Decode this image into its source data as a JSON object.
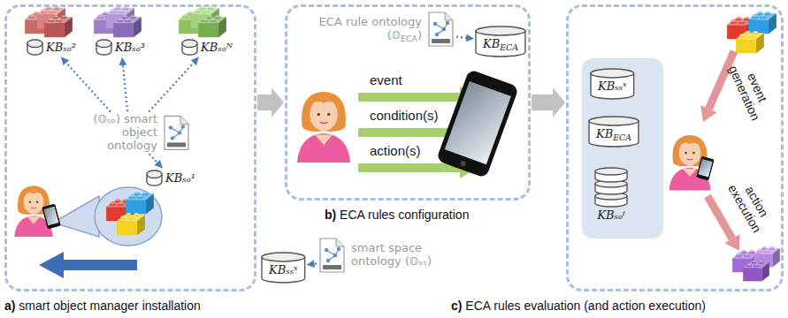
{
  "diagram": {
    "nodes": [
      {
        "text": [
          "a) smart object manager installation"
        ]
      },
      {
        "text": [
          "b) ECA rules configuration"
        ]
      },
      {
        "text": [
          "c) ECA rules evaluation (and action execution)"
        ]
      },
      {
        "text": [
          "(𝕆ₛₒ) smart object ontology"
        ],
        "in": 0
      },
      {
        "text": [
          "KBₛₒ²"
        ],
        "in": 0
      },
      {
        "text": [
          "KBₛₒ³"
        ],
        "in": 0
      },
      {
        "text": [
          "KBₛₒᴺ"
        ],
        "in": 0
      },
      {
        "text": [
          "KBₛₒ¹"
        ],
        "in": 0
      },
      {
        "text": [
          "ECA rule ontology (𝕆ECA)"
        ],
        "in": 1
      },
      {
        "text": [
          "KBECA"
        ],
        "in": 1
      },
      {
        "text": [
          "smart space ontology (𝕆ₛₛ)"
        ]
      },
      {
        "text": [
          "KBₛₛˣ"
        ]
      },
      {
        "text": [
          "KBₛₛˣ"
        ],
        "in": 2
      },
      {
        "text": [
          "KBECA"
        ],
        "in": 2
      },
      {
        "text": [
          "KBₛₒⁱ"
        ],
        "in": 2
      }
    ],
    "edges": [
      {
        "from": 3,
        "to": 4,
        "arrow": "to"
      },
      {
        "from": 3,
        "to": 5,
        "arrow": "to"
      },
      {
        "from": 3,
        "to": 6,
        "arrow": "to"
      },
      {
        "from": 3,
        "to": 7,
        "arrow": "to"
      },
      {
        "from": 8,
        "to": 9,
        "arrow": "to"
      },
      {
        "from": 10,
        "to": 11,
        "arrow": "to"
      },
      {
        "from": 0,
        "to": 1,
        "arrow": "to"
      },
      {
        "from": 1,
        "to": 2,
        "arrow": "to"
      }
    ],
    "labels": [
      "event",
      "condition(s)",
      "action(s)",
      "event generation",
      "action execution"
    ]
  }
}
